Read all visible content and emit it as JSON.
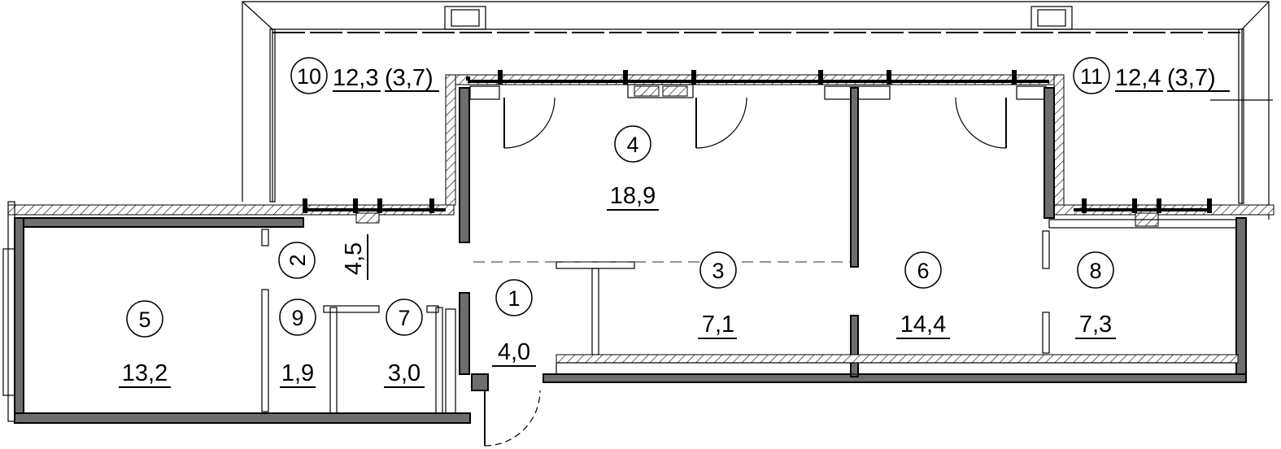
{
  "rooms": [
    {
      "id": "r10",
      "number": "10",
      "area": "12,3",
      "extra": "(3,7)"
    },
    {
      "id": "r11",
      "number": "11",
      "area": "12,4",
      "extra": "(3,7)"
    },
    {
      "id": "r4",
      "number": "4",
      "area": "18,9"
    },
    {
      "id": "r2",
      "number": "2",
      "area": "4,5"
    },
    {
      "id": "r3",
      "number": "3",
      "area": "7,1"
    },
    {
      "id": "r6",
      "number": "6",
      "area": "14,4"
    },
    {
      "id": "r8",
      "number": "8",
      "area": "7,3"
    },
    {
      "id": "r5",
      "number": "5",
      "area": "13,2"
    },
    {
      "id": "r9",
      "number": "9",
      "area": "1,9"
    },
    {
      "id": "r7",
      "number": "7",
      "area": "3,0"
    },
    {
      "id": "r1",
      "number": "1",
      "area": "4,0"
    }
  ]
}
